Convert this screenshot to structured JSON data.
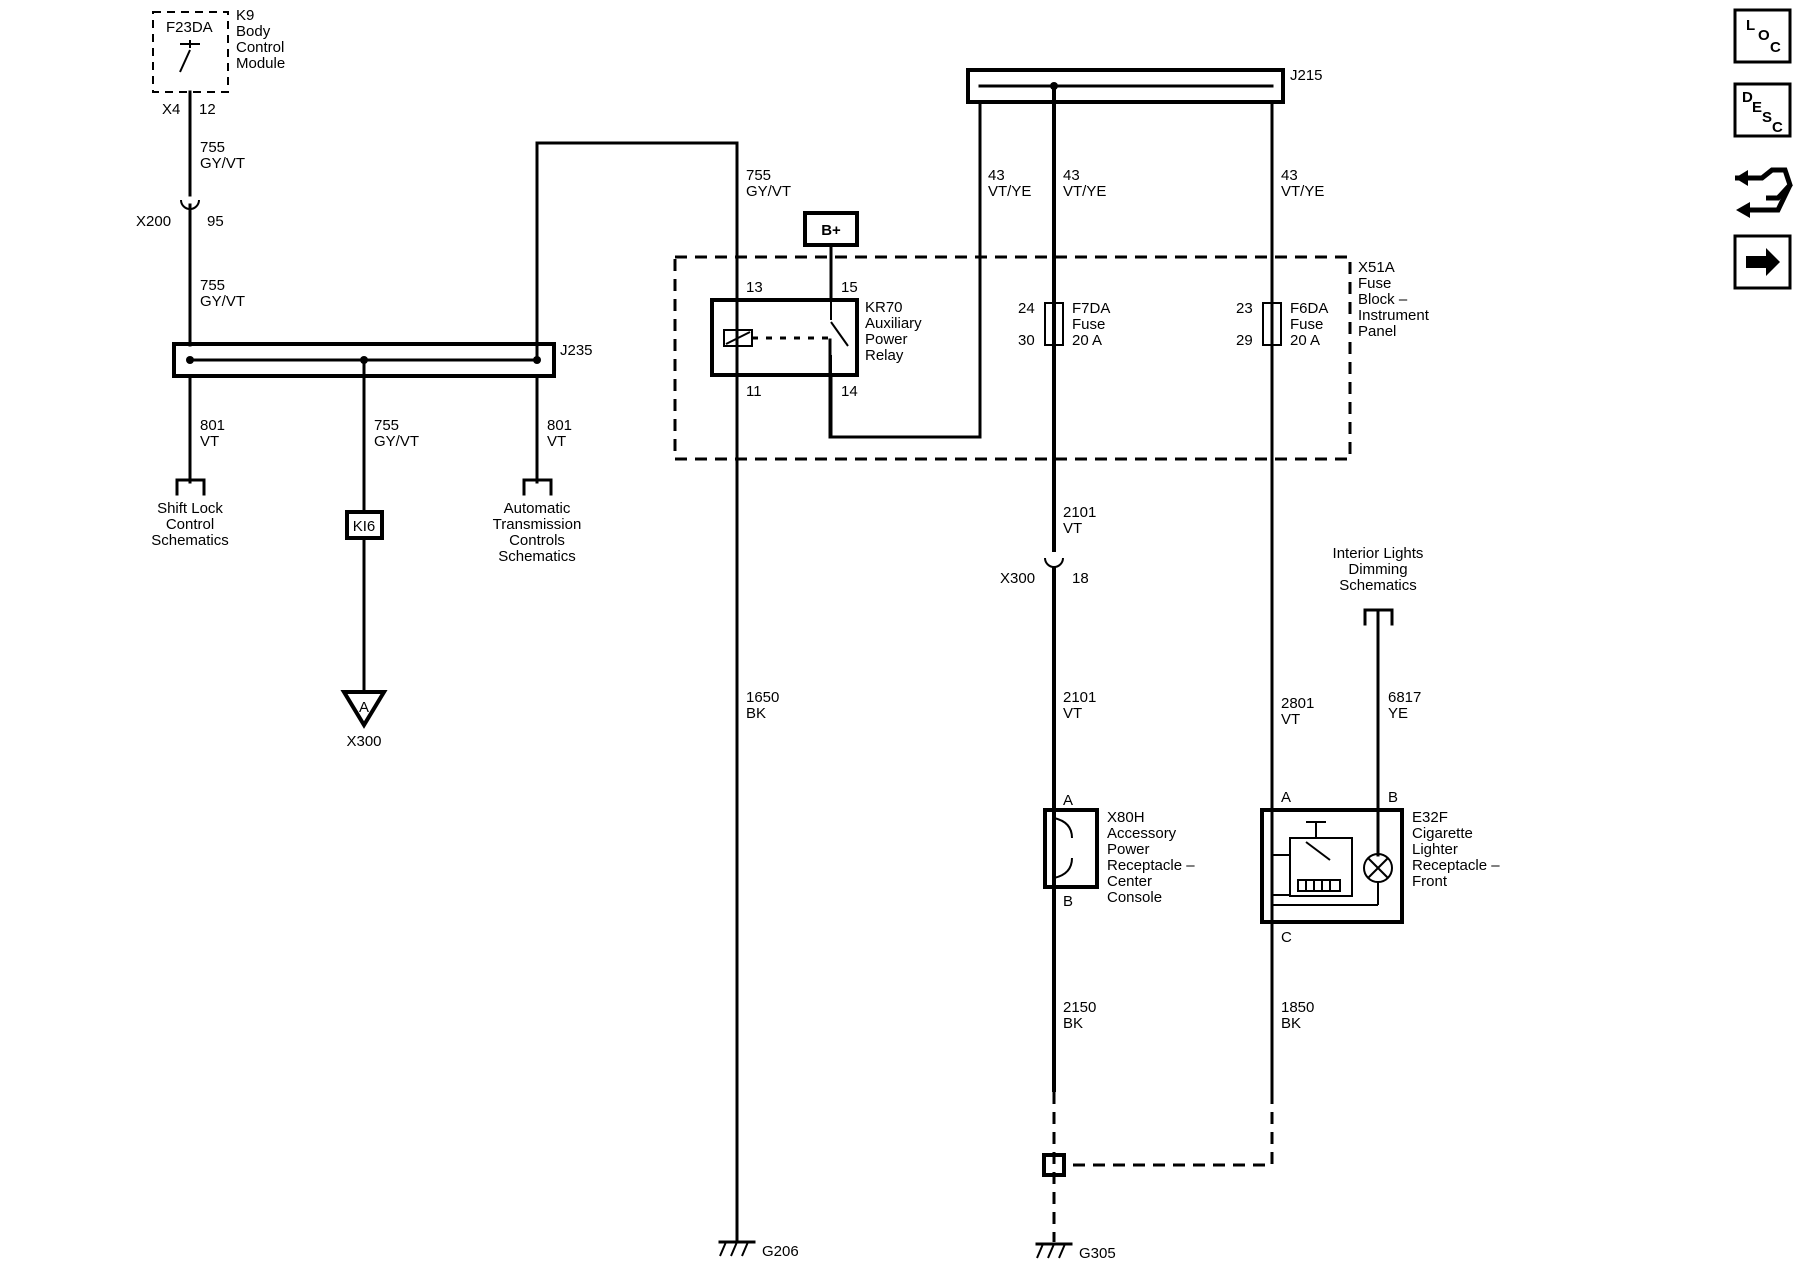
{
  "components": {
    "k9": {
      "fuse": "F23DA",
      "ref": "K9",
      "name": [
        "Body",
        "Control",
        "Module"
      ],
      "conn": "X4",
      "pin": "12"
    },
    "x200": {
      "ref": "X200",
      "pin": "95"
    },
    "j235": {
      "ref": "J235"
    },
    "j215": {
      "ref": "J215"
    },
    "kr70": {
      "ref": "KR70",
      "name": [
        "Auxiliary",
        "Power",
        "Relay"
      ],
      "pins": {
        "p13": "13",
        "p15": "15",
        "p11": "11",
        "p14": "14"
      }
    },
    "bplus": {
      "label": "B+"
    },
    "x51a": {
      "ref": "X51A",
      "name": [
        "Fuse",
        "Block –",
        "Instrument",
        "Panel"
      ]
    },
    "f7da": {
      "name": "F7DA",
      "type": "Fuse",
      "rating": "20 A",
      "pin_in": "24",
      "pin_out": "30"
    },
    "f6da": {
      "name": "F6DA",
      "type": "Fuse",
      "rating": "20 A",
      "pin_in": "23",
      "pin_out": "29"
    },
    "shift_lock": {
      "lines": [
        "Shift Lock",
        "Control",
        "Schematics"
      ]
    },
    "auto_trans": {
      "lines": [
        "Automatic",
        "Transmission",
        "Controls",
        "Schematics"
      ]
    },
    "ki6": {
      "label": "KI6"
    },
    "offpage_a": {
      "letter": "A",
      "ref": "X300"
    },
    "x300": {
      "ref": "X300",
      "pin": "18"
    },
    "interior_lights": {
      "lines": [
        "Interior Lights",
        "Dimming",
        "Schematics"
      ]
    },
    "x80h": {
      "ref": "X80H",
      "name": [
        "Accessory",
        "Power",
        "Receptacle –",
        "Center",
        "Console"
      ],
      "pin_a": "A",
      "pin_b": "B"
    },
    "e32f": {
      "ref": "E32F",
      "name": [
        "Cigarette",
        "Lighter",
        "Receptacle –",
        "Front"
      ],
      "pin_a": "A",
      "pin_b": "B",
      "pin_c": "C"
    },
    "g206": {
      "ref": "G206"
    },
    "g305": {
      "ref": "G305"
    }
  },
  "wires": {
    "w1": {
      "circuit": "755",
      "color": "GY/VT"
    },
    "w2": {
      "circuit": "755",
      "color": "GY/VT"
    },
    "w3": {
      "circuit": "801",
      "color": "VT"
    },
    "w4": {
      "circuit": "755",
      "color": "GY/VT"
    },
    "w5": {
      "circuit": "801",
      "color": "VT"
    },
    "w6": {
      "circuit": "755",
      "color": "GY/VT"
    },
    "w7": {
      "circuit": "43",
      "color": "VT/YE"
    },
    "w8": {
      "circuit": "43",
      "color": "VT/YE"
    },
    "w9": {
      "circuit": "43",
      "color": "VT/YE"
    },
    "w10": {
      "circuit": "2101",
      "color": "VT"
    },
    "w11": {
      "circuit": "2101",
      "color": "VT"
    },
    "w12": {
      "circuit": "1650",
      "color": "BK"
    },
    "w13": {
      "circuit": "2801",
      "color": "VT"
    },
    "w14": {
      "circuit": "6817",
      "color": "YE"
    },
    "w15": {
      "circuit": "2150",
      "color": "BK"
    },
    "w16": {
      "circuit": "1850",
      "color": "BK"
    }
  },
  "nav": {
    "loc": {
      "l1": "L",
      "l2": "O",
      "l3": "C"
    },
    "desc": {
      "l1": "D",
      "l2": "E",
      "l3": "S",
      "l4": "C"
    }
  }
}
